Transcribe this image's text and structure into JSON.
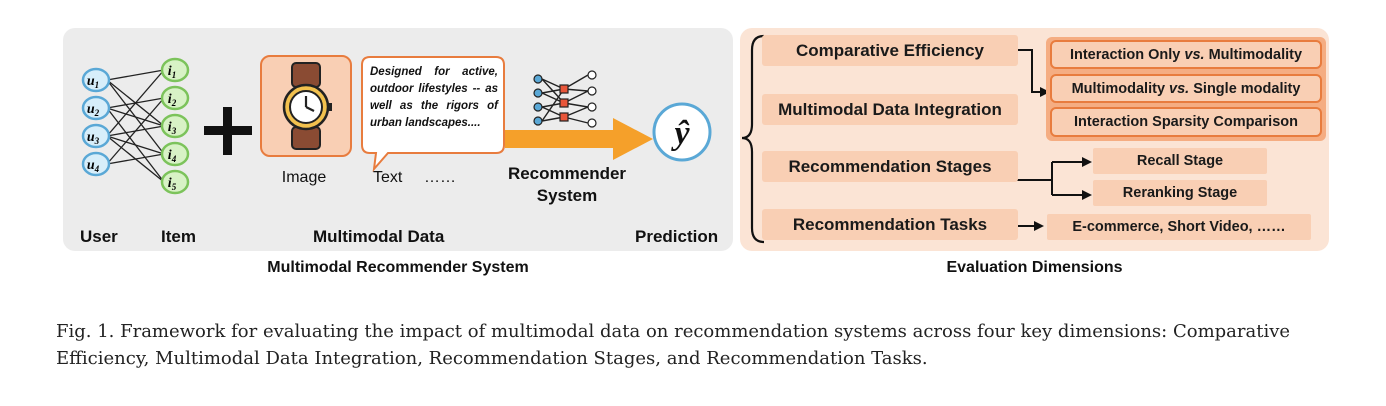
{
  "left": {
    "users": [
      "u1",
      "u2",
      "u3",
      "u4"
    ],
    "items": [
      "i1",
      "i2",
      "i3",
      "i4",
      "i5"
    ],
    "text_snippet": "Designed for active, outdoor lifestyles -- as well as the rigors of urban landscapes....",
    "labels": {
      "user": "User",
      "item": "Item",
      "image": "Image",
      "text": "Text",
      "ellipsis": "……",
      "multimodal_data": "Multimodal Data",
      "recommender_system_line1": "Recommender",
      "recommender_system_line2": "System",
      "prediction": "Prediction",
      "prediction_symbol": "ŷ"
    },
    "caption": "Multimodal Recommender System"
  },
  "right": {
    "dimensions": [
      "Comparative Efficiency",
      "Multimodal Data Integration",
      "Recommendation Stages",
      "Recommendation Tasks"
    ],
    "efficiency_items": [
      {
        "pre": "Interaction Only ",
        "em": "vs.",
        "post": " Multimodality"
      },
      {
        "pre": "Multimodality ",
        "em": "vs.",
        "post": " Single modality"
      },
      {
        "pre": "Interaction Sparsity Comparison",
        "em": "",
        "post": ""
      }
    ],
    "stages": [
      "Recall Stage",
      "Reranking Stage"
    ],
    "tasks": "E-commerce, Short Video, ……",
    "caption": "Evaluation Dimensions"
  },
  "figure_caption": "Fig. 1.  Framework for evaluating the impact of multimodal data on recommendation systems across four key dimensions: Comparative Efficiency, Multimodal Data Integration, Recommendation Stages, and Recommendation Tasks.",
  "colors": {
    "node_user": "#d7eefa",
    "node_user_border": "#5aa8d6",
    "node_item": "#d8f2c6",
    "node_item_border": "#7cc35b",
    "accent_orange": "#f5a02a",
    "box_fill": "#f9cfb4",
    "box_border": "#e87c3e"
  }
}
